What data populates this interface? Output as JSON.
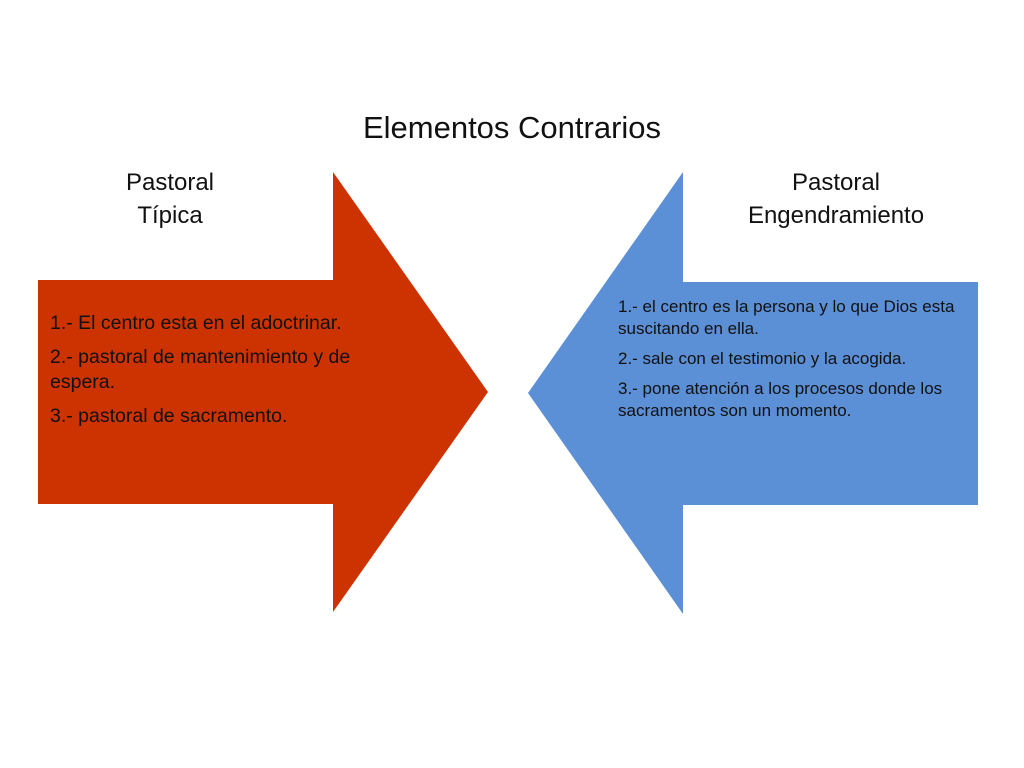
{
  "title": "Elementos Contrarios",
  "left": {
    "heading_line1": "Pastoral",
    "heading_line2": "Típica",
    "color": "#CC3300",
    "items": [
      "1.- El centro esta en el adoctrinar.",
      "2.- pastoral de mantenimiento y de espera.",
      "3.- pastoral de sacramento."
    ]
  },
  "right": {
    "heading_line1": "Pastoral",
    "heading_line2": "Engendramiento",
    "color": "#5B8FD6",
    "items": [
      "1.- el centro es la persona y lo que Dios esta suscitando en ella.",
      "2.- sale con el testimonio y la acogida.",
      "3.- pone atención a los procesos donde los sacramentos son un momento."
    ]
  }
}
